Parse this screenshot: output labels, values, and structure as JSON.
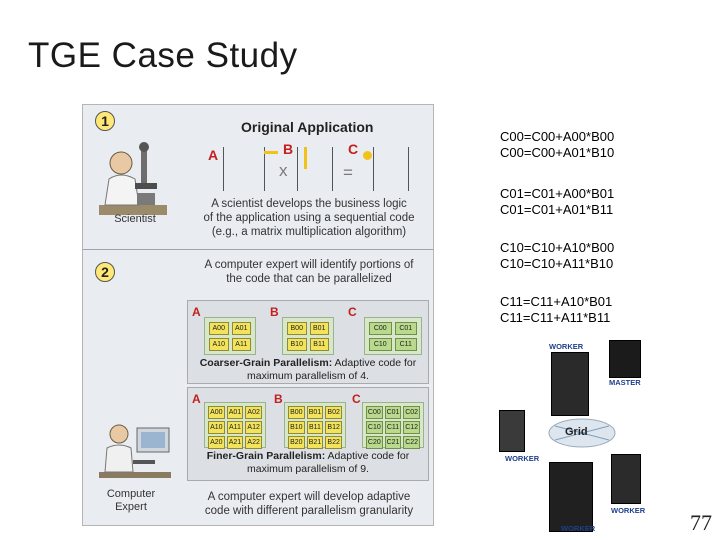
{
  "slide": {
    "title": "TGE Case Study",
    "number": "77"
  },
  "section1": {
    "step": "1",
    "heading": "Original Application",
    "labels": {
      "a": "A",
      "b": "B",
      "c": "C"
    },
    "ops": {
      "times": "x",
      "equals": "="
    },
    "person": "Scientist",
    "description": [
      "A scientist develops the business logic",
      "of the application using a sequential code",
      "(e.g., a matrix multiplication algorithm)"
    ]
  },
  "section2": {
    "step": "2",
    "description": [
      "A computer expert will identify portions of",
      "the code that can be parallelized"
    ],
    "person": [
      "Computer",
      "Expert"
    ],
    "coarse": {
      "labels": {
        "a": "A",
        "b": "B",
        "c": "C"
      },
      "a_cells": [
        "A00",
        "A01",
        "A10",
        "A11"
      ],
      "b_cells": [
        "B00",
        "B01",
        "B10",
        "B11"
      ],
      "c_cells": [
        "C00",
        "C01",
        "C10",
        "C11"
      ],
      "title_bold": "Coarser-Grain Parallelism:",
      "title_rest": " Adaptive code for maximum parallelism of 4."
    },
    "fine": {
      "labels": {
        "a": "A",
        "b": "B",
        "c": "C"
      },
      "a_cells": [
        "A00",
        "A01",
        "A02",
        "A10",
        "A11",
        "A12",
        "A20",
        "A21",
        "A22"
      ],
      "b_cells": [
        "B00",
        "B01",
        "B02",
        "B10",
        "B11",
        "B12",
        "B20",
        "B21",
        "B22"
      ],
      "c_cells": [
        "C00",
        "C01",
        "C02",
        "C10",
        "C11",
        "C12",
        "C20",
        "C21",
        "C22"
      ],
      "title_bold": "Finer-Grain Parallelism:",
      "title_rest": " Adaptive code for maximum parallelism of 9."
    },
    "closing": [
      "A computer expert will develop adaptive",
      "code with different parallelism granularity"
    ]
  },
  "equations": [
    [
      "C00=C00+A00*B00",
      "C00=C00+A01*B10"
    ],
    [
      "C01=C01+A00*B01",
      "C01=C01+A01*B11"
    ],
    [
      "C10=C10+A10*B00",
      "C10=C10+A11*B10"
    ],
    [
      "C11=C11+A10*B01",
      "C11=C11+A11*B11"
    ]
  ],
  "cluster": {
    "worker_top": "WORKER",
    "master": "MASTER",
    "grid": "Grid",
    "worker_left": "WORKER",
    "worker_right": "WORKER",
    "worker_bottom": "WORKER"
  },
  "colors": {
    "label_red": "#c41e1e",
    "step_yellow": "#ffe877",
    "cell_yellow": "#f2e35a",
    "cell_green": "#b9d98c",
    "grid_blue": "#1e3f8a"
  }
}
